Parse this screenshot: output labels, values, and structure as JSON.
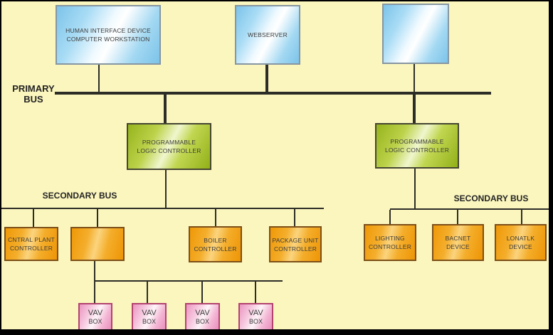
{
  "colors": {
    "background": "#FBF6BE",
    "frame": "#000000",
    "line": "#2D2D27",
    "blue_node": "#7CC3E9",
    "green_node": "#A5C028",
    "orange_node": "#F2A315",
    "pink_node": "#EFA3C9"
  },
  "bus_labels": {
    "primary_line1": "PRIMARY",
    "primary_line2": "BUS",
    "secondary_left": "SECONDARY BUS",
    "secondary_right": "SECONDARY BUS"
  },
  "nodes": {
    "workstation": {
      "line1": "HUMAN INTERFACE DEVICE",
      "line2": "COMPUTER WORKSTATION"
    },
    "webserver": {
      "line1": "WEBSERVER"
    },
    "plc_left": {
      "line1": "PROGRAMMABLE",
      "line2": "LOGIC CONTROLLER"
    },
    "plc_right": {
      "line1": "PROGRAMMABLE",
      "line2": "LOGIC CONTROLLER"
    },
    "central_plant_controller": {
      "line1": "CNTRAL PLANT",
      "line2": "CONTROLLER"
    },
    "boiler_controller": {
      "line1": "BOILER",
      "line2": "CONTROLLER"
    },
    "package_unit_controller": {
      "line1": "PACKAGE UNIT",
      "line2": "CONTROLLER"
    },
    "lighting_controller": {
      "line1": "LIGHTING",
      "line2": "CONTROLLER"
    },
    "bacnet_device": {
      "line1": "BACNET",
      "line2": "DEVICE"
    },
    "lonatlk_device": {
      "line1": "LONATLK",
      "line2": "DEVICE"
    },
    "vav_box_1": {
      "line1": "VAV",
      "line2": "BOX"
    },
    "vav_box_2": {
      "line1": "VAV",
      "line2": "BOX"
    },
    "vav_box_3": {
      "line1": "VAV",
      "line2": "BOX"
    },
    "vav_box_4": {
      "line1": "VAV",
      "line2": "BOX"
    }
  }
}
